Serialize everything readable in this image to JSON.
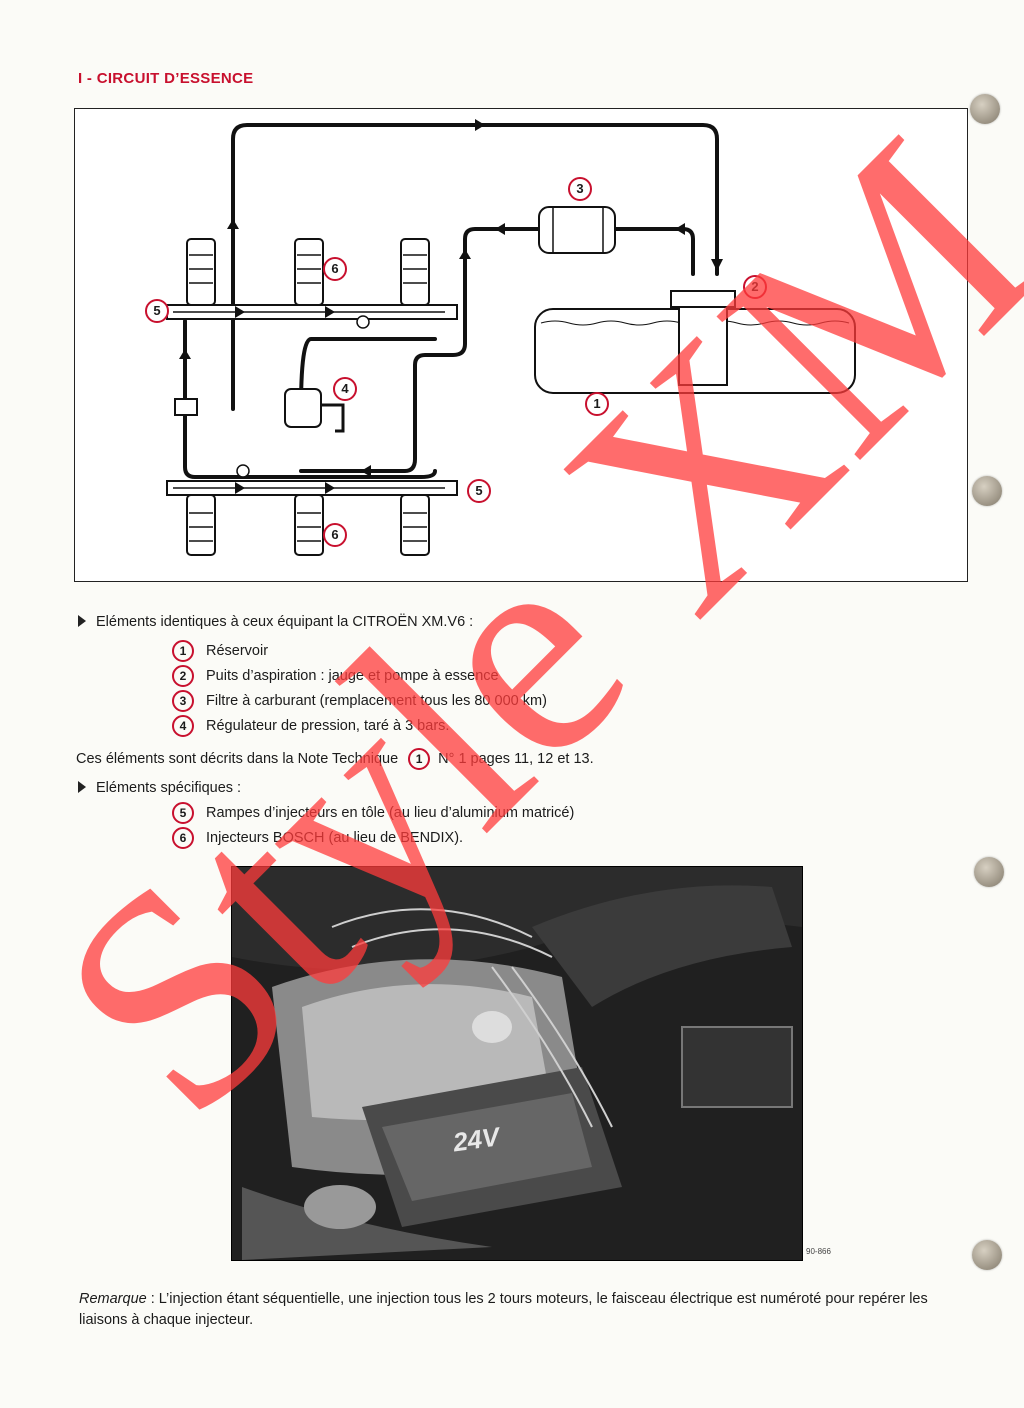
{
  "section_title": "I - CIRCUIT D’ESSENCE",
  "diagram": {
    "callouts": [
      "1",
      "2",
      "3",
      "4",
      "5",
      "5",
      "6",
      "6"
    ]
  },
  "intro": "Eléments identiques à ceux équipant la CITROËN XM.V6 :",
  "common_items": [
    {
      "num": "1",
      "text": "Réservoir"
    },
    {
      "num": "2",
      "text": "Puits d’aspiration : jauge et pompe à essence"
    },
    {
      "num": "3",
      "text": "Filtre à carburant (remplacement tous les 80 000 km)"
    },
    {
      "num": "4",
      "text": "Régulateur de pression, taré à 3 bars."
    }
  ],
  "reference": {
    "before": "Ces éléments sont décrits dans la Note Technique",
    "num": "1",
    "after": "N° 1 pages 11, 12 et 13."
  },
  "specific_intro": "Eléments spécifiques :",
  "specific_items": [
    {
      "num": "5",
      "text": "Rampes d’injecteurs en tôle (au lieu d’aluminium matricé)"
    },
    {
      "num": "6",
      "text": "Injecteurs BOSCH (au lieu de BENDIX)."
    }
  ],
  "photo": {
    "code": "90-866",
    "engine_label": "24V"
  },
  "remark": {
    "label": "Remarque",
    "text": " : L’injection étant séquentielle, une injection tous les 2 tours moteurs, le faisceau électrique est numéroté pour repérer les liaisons à chaque injecteur."
  },
  "watermark": "Style XM",
  "colors": {
    "accent": "#c8102e",
    "watermark": "#ff5a5a"
  }
}
